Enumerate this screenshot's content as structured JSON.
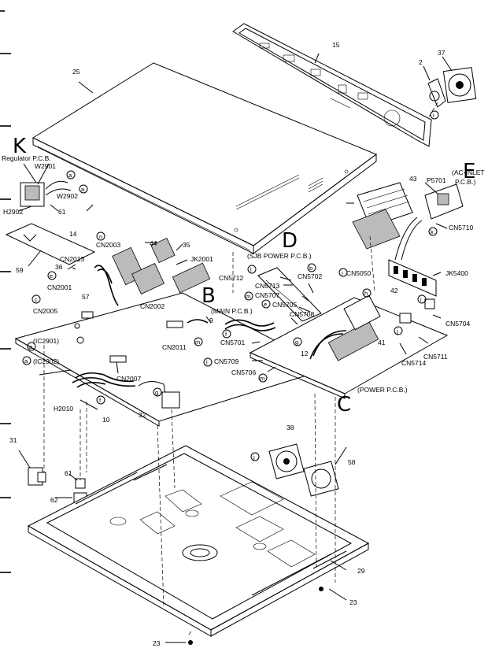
{
  "labels": {
    "l15": "15",
    "l2": "2",
    "l37": "37",
    "l25": "25",
    "lK": "K",
    "lE": "E",
    "lD": "D",
    "lB": "B",
    "lC": "C",
    "regulator": "Regulator P.C.B.",
    "w2901": "W2901",
    "w2902": "W2902",
    "h2902": "H2902",
    "l61a": "61",
    "l14": "14",
    "l59": "59",
    "cn2013": "CN2013",
    "cn2003": "CN2003",
    "l44": "44",
    "l35": "35",
    "jk2001": "JK2001",
    "l36": "36",
    "cn2001": "CN2001",
    "l57": "57",
    "cn2002": "CN2002",
    "cn2005": "CN2005",
    "ic2901": "(IC2901)",
    "ic2902": "(IC2902)",
    "h2010": "H2010",
    "l10": "10",
    "cn2007": "CN2007",
    "l32": "32",
    "cn2011": "CN2011",
    "main_pcb": "(MAIN P.C.B.)",
    "l9": "9",
    "sjb_pcb": "(SJB POWER P.C.B.)",
    "cn5712": "CN5712",
    "cn5713": "CN5713",
    "cn5702": "CN5702",
    "cn5707": "CN5707",
    "cn5705": "CN5705",
    "cn5708": "CN5708",
    "cn5701": "CN5701",
    "cn5709": "CN5709",
    "cn5706": "CN5706",
    "l12": "12",
    "l41": "41",
    "power_pcb": "(POWER P.C.B.)",
    "cn5714": "CN5714",
    "cn5711": "CN5711",
    "cn5704": "CN5704",
    "cn5050": "CN5050",
    "jk5400": "JK5400",
    "l42": "42",
    "l43": "43",
    "p5701": "P5701",
    "acinlet": "(AC-INLET",
    "acinlet2": "P.C.B.)",
    "cn5710": "CN5710",
    "l38": "38",
    "l58": "58",
    "l31": "31",
    "l61b": "61",
    "l62": "62",
    "l29": "29",
    "l23a": "23",
    "l23b": "23"
  },
  "markers": {
    "a": "a",
    "b": "b",
    "c": "c",
    "d": "d",
    "e": "e",
    "f": "f",
    "g": "g",
    "h": "h",
    "i": "i",
    "j": "j",
    "k": "k",
    "l": "l",
    "m": "m",
    "n": "n"
  }
}
